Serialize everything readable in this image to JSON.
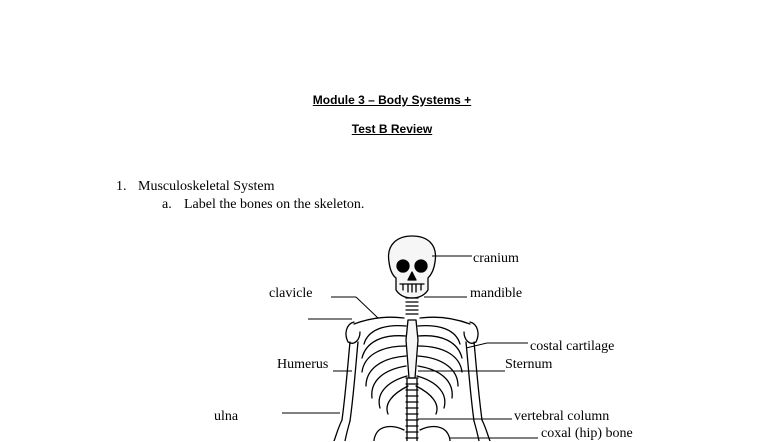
{
  "document": {
    "title": "Module 3 – Body Systems +",
    "subtitle": "Test B Review"
  },
  "questions": [
    {
      "number": "1.",
      "text": "Musculoskeletal System",
      "subitems": [
        {
          "letter": "a.",
          "text": "Label the bones on the skeleton."
        }
      ]
    }
  ],
  "skeleton_labels": {
    "cranium": "cranium",
    "clavicle": "clavicle",
    "mandible": "mandible",
    "costal_cartilage": "costal cartilage",
    "humerus": "Humerus",
    "sternum": "Sternum",
    "ulna": "ulna",
    "vertebral_column": "vertebral column",
    "coxal_bone": "coxal (hip) bone"
  }
}
